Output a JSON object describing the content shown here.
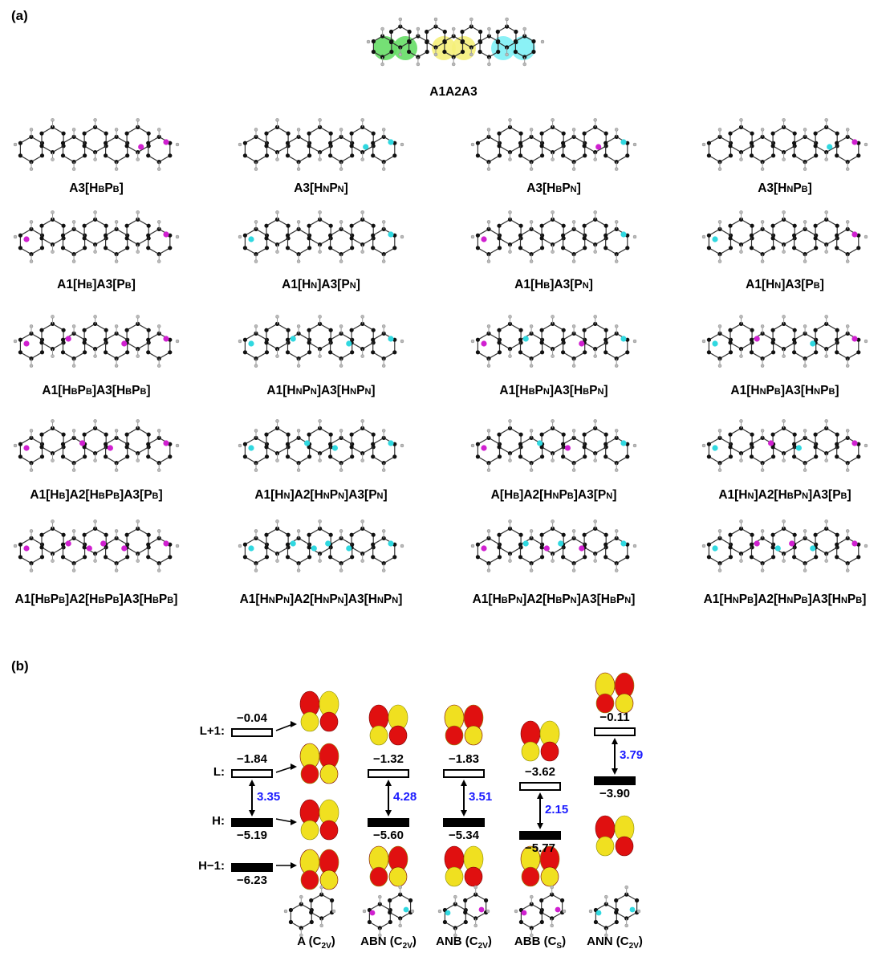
{
  "panel_a": {
    "label": "(a)",
    "parent": {
      "caption": "A1A2A3"
    },
    "molecules": [
      {
        "caption": "A3[HBPB]",
        "parts": [
          [
            "A3[H",
            ""
          ],
          [
            "B",
            "s"
          ],
          [
            "P",
            ""
          ],
          [
            "B",
            "s"
          ],
          [
            "]",
            ""
          ]
        ],
        "dots": [
          [
            "m",
            0.82
          ],
          [
            "m",
            1.0
          ]
        ]
      },
      {
        "caption": "A3[HNPN]",
        "parts": [
          [
            "A3[H",
            ""
          ],
          [
            "N",
            "s"
          ],
          [
            "P",
            ""
          ],
          [
            "N",
            "s"
          ],
          [
            "]",
            ""
          ]
        ],
        "dots": [
          [
            "c",
            0.82
          ],
          [
            "c",
            1.0
          ]
        ]
      },
      {
        "caption": "A3[HBPN]",
        "parts": [
          [
            "A3[H",
            ""
          ],
          [
            "B",
            "s"
          ],
          [
            "P",
            ""
          ],
          [
            "N",
            "s"
          ],
          [
            "]",
            ""
          ]
        ],
        "dots": [
          [
            "m",
            0.82
          ],
          [
            "c",
            1.0
          ]
        ]
      },
      {
        "caption": "A3[HNPB]",
        "parts": [
          [
            "A3[H",
            ""
          ],
          [
            "N",
            "s"
          ],
          [
            "P",
            ""
          ],
          [
            "B",
            "s"
          ],
          [
            "]",
            ""
          ]
        ],
        "dots": [
          [
            "c",
            0.82
          ],
          [
            "m",
            1.0
          ]
        ]
      },
      {
        "caption": "A1[HB]A3[PB]",
        "parts": [
          [
            "A1[H",
            ""
          ],
          [
            "B",
            "s"
          ],
          [
            "]A3[P",
            ""
          ],
          [
            "B",
            "s"
          ],
          [
            "]",
            ""
          ]
        ],
        "dots": [
          [
            "m",
            0.0
          ],
          [
            "m",
            1.0
          ]
        ]
      },
      {
        "caption": "A1[HN]A3[PN]",
        "parts": [
          [
            "A1[H",
            ""
          ],
          [
            "N",
            "s"
          ],
          [
            "]A3[P",
            ""
          ],
          [
            "N",
            "s"
          ],
          [
            "]",
            ""
          ]
        ],
        "dots": [
          [
            "c",
            0.0
          ],
          [
            "c",
            1.0
          ]
        ]
      },
      {
        "caption": "A1[HB]A3[PN]",
        "parts": [
          [
            "A1[H",
            ""
          ],
          [
            "B",
            "s"
          ],
          [
            "]A3[P",
            ""
          ],
          [
            "N",
            "s"
          ],
          [
            "]",
            ""
          ]
        ],
        "dots": [
          [
            "m",
            0.0
          ],
          [
            "c",
            1.0
          ]
        ]
      },
      {
        "caption": "A1[HN]A3[PB]",
        "parts": [
          [
            "A1[H",
            ""
          ],
          [
            "N",
            "s"
          ],
          [
            "]A3[P",
            ""
          ],
          [
            "B",
            "s"
          ],
          [
            "]",
            ""
          ]
        ],
        "dots": [
          [
            "c",
            0.0
          ],
          [
            "m",
            1.0
          ]
        ]
      },
      {
        "caption": "A1[HBPB]A3[HBPB]",
        "parts": [
          [
            "A1[H",
            ""
          ],
          [
            "B",
            "s"
          ],
          [
            "P",
            ""
          ],
          [
            "B",
            "s"
          ],
          [
            "]A3[H",
            ""
          ],
          [
            "B",
            "s"
          ],
          [
            "P",
            ""
          ],
          [
            "B",
            "s"
          ],
          [
            "]",
            ""
          ]
        ],
        "dots": [
          [
            "m",
            0.0
          ],
          [
            "m",
            0.3
          ],
          [
            "m",
            0.7
          ],
          [
            "m",
            1.0
          ]
        ]
      },
      {
        "caption": "A1[HNPN]A3[HNPN]",
        "parts": [
          [
            "A1[H",
            ""
          ],
          [
            "N",
            "s"
          ],
          [
            "P",
            ""
          ],
          [
            "N",
            "s"
          ],
          [
            "]A3[H",
            ""
          ],
          [
            "N",
            "s"
          ],
          [
            "P",
            ""
          ],
          [
            "N",
            "s"
          ],
          [
            "]",
            ""
          ]
        ],
        "dots": [
          [
            "c",
            0.0
          ],
          [
            "c",
            0.3
          ],
          [
            "c",
            0.7
          ],
          [
            "c",
            1.0
          ]
        ]
      },
      {
        "caption": "A1[HBPN]A3[HBPN]",
        "parts": [
          [
            "A1[H",
            ""
          ],
          [
            "B",
            "s"
          ],
          [
            "P",
            ""
          ],
          [
            "N",
            "s"
          ],
          [
            "]A3[H",
            ""
          ],
          [
            "B",
            "s"
          ],
          [
            "P",
            ""
          ],
          [
            "N",
            "s"
          ],
          [
            "]",
            ""
          ]
        ],
        "dots": [
          [
            "m",
            0.0
          ],
          [
            "c",
            0.3
          ],
          [
            "m",
            0.7
          ],
          [
            "c",
            1.0
          ]
        ]
      },
      {
        "caption": "A1[HNPB]A3[HNPB]",
        "parts": [
          [
            "A1[H",
            ""
          ],
          [
            "N",
            "s"
          ],
          [
            "P",
            ""
          ],
          [
            "B",
            "s"
          ],
          [
            "]A3[H",
            ""
          ],
          [
            "N",
            "s"
          ],
          [
            "P",
            ""
          ],
          [
            "B",
            "s"
          ],
          [
            "]",
            ""
          ]
        ],
        "dots": [
          [
            "c",
            0.0
          ],
          [
            "m",
            0.3
          ],
          [
            "c",
            0.7
          ],
          [
            "m",
            1.0
          ]
        ]
      },
      {
        "caption": "A1[HB]A2[HBPB]A3[PB]",
        "parts": [
          [
            "A1[H",
            ""
          ],
          [
            "B",
            "s"
          ],
          [
            "]A2[H",
            ""
          ],
          [
            "B",
            "s"
          ],
          [
            "P",
            ""
          ],
          [
            "B",
            "s"
          ],
          [
            "]A3[P",
            ""
          ],
          [
            "B",
            "s"
          ],
          [
            "]",
            ""
          ]
        ],
        "dots": [
          [
            "m",
            0.0
          ],
          [
            "m",
            0.4
          ],
          [
            "m",
            0.6
          ],
          [
            "m",
            1.0
          ]
        ]
      },
      {
        "caption": "A1[HN]A2[HNPN]A3[PN]",
        "parts": [
          [
            "A1[H",
            ""
          ],
          [
            "N",
            "s"
          ],
          [
            "]A2[H",
            ""
          ],
          [
            "N",
            "s"
          ],
          [
            "P",
            ""
          ],
          [
            "N",
            "s"
          ],
          [
            "]A3[P",
            ""
          ],
          [
            "N",
            "s"
          ],
          [
            "]",
            ""
          ]
        ],
        "dots": [
          [
            "c",
            0.0
          ],
          [
            "c",
            0.4
          ],
          [
            "c",
            0.6
          ],
          [
            "c",
            1.0
          ]
        ]
      },
      {
        "caption": "A[HB]A2[HNPB]A3[PN]",
        "parts": [
          [
            "A[H",
            ""
          ],
          [
            "B",
            "s"
          ],
          [
            "]A2[H",
            ""
          ],
          [
            "N",
            "s"
          ],
          [
            "P",
            ""
          ],
          [
            "B",
            "s"
          ],
          [
            "]A3[P",
            ""
          ],
          [
            "N",
            "s"
          ],
          [
            "]",
            ""
          ]
        ],
        "dots": [
          [
            "m",
            0.0
          ],
          [
            "c",
            0.4
          ],
          [
            "m",
            0.6
          ],
          [
            "c",
            1.0
          ]
        ]
      },
      {
        "caption": "A1[HN]A2[HBPN]A3[PB]",
        "parts": [
          [
            "A1[H",
            ""
          ],
          [
            "N",
            "s"
          ],
          [
            "]A2[H",
            ""
          ],
          [
            "B",
            "s"
          ],
          [
            "P",
            ""
          ],
          [
            "N",
            "s"
          ],
          [
            "]A3[P",
            ""
          ],
          [
            "B",
            "s"
          ],
          [
            "]",
            ""
          ]
        ],
        "dots": [
          [
            "c",
            0.0
          ],
          [
            "m",
            0.4
          ],
          [
            "c",
            0.6
          ],
          [
            "m",
            1.0
          ]
        ]
      },
      {
        "caption": "A1[HBPB]A2[HBPB]A3[HBPB]",
        "parts": [
          [
            "A1[H",
            ""
          ],
          [
            "B",
            "s"
          ],
          [
            "P",
            ""
          ],
          [
            "B",
            "s"
          ],
          [
            "]A2[H",
            ""
          ],
          [
            "B",
            "s"
          ],
          [
            "P",
            ""
          ],
          [
            "B",
            "s"
          ],
          [
            "]A3[H",
            ""
          ],
          [
            "B",
            "s"
          ],
          [
            "P",
            ""
          ],
          [
            "B",
            "s"
          ],
          [
            "]",
            ""
          ]
        ],
        "dots": [
          [
            "m",
            0.0
          ],
          [
            "m",
            0.3
          ],
          [
            "m",
            0.45
          ],
          [
            "m",
            0.55
          ],
          [
            "m",
            0.7
          ],
          [
            "m",
            1.0
          ]
        ]
      },
      {
        "caption": "A1[HNPN]A2[HNPN]A3[HNPN]",
        "parts": [
          [
            "A1[H",
            ""
          ],
          [
            "N",
            "s"
          ],
          [
            "P",
            ""
          ],
          [
            "N",
            "s"
          ],
          [
            "]A2[H",
            ""
          ],
          [
            "N",
            "s"
          ],
          [
            "P",
            ""
          ],
          [
            "N",
            "s"
          ],
          [
            "]A3[H",
            ""
          ],
          [
            "N",
            "s"
          ],
          [
            "P",
            ""
          ],
          [
            "N",
            "s"
          ],
          [
            "]",
            ""
          ]
        ],
        "dots": [
          [
            "c",
            0.0
          ],
          [
            "c",
            0.3
          ],
          [
            "c",
            0.45
          ],
          [
            "c",
            0.55
          ],
          [
            "c",
            0.7
          ],
          [
            "c",
            1.0
          ]
        ]
      },
      {
        "caption": "A1[HBPN]A2[HBPN]A3[HBPN]",
        "parts": [
          [
            "A1[H",
            ""
          ],
          [
            "B",
            "s"
          ],
          [
            "P",
            ""
          ],
          [
            "N",
            "s"
          ],
          [
            "]A2[H",
            ""
          ],
          [
            "B",
            "s"
          ],
          [
            "P",
            ""
          ],
          [
            "N",
            "s"
          ],
          [
            "]A3[H",
            ""
          ],
          [
            "B",
            "s"
          ],
          [
            "P",
            ""
          ],
          [
            "N",
            "s"
          ],
          [
            "]",
            ""
          ]
        ],
        "dots": [
          [
            "m",
            0.0
          ],
          [
            "c",
            0.3
          ],
          [
            "m",
            0.45
          ],
          [
            "c",
            0.55
          ],
          [
            "m",
            0.7
          ],
          [
            "c",
            1.0
          ]
        ]
      },
      {
        "caption": "A1[HNPB]A2[HNPB]A3[HNPB]",
        "parts": [
          [
            "A1[H",
            ""
          ],
          [
            "N",
            "s"
          ],
          [
            "P",
            ""
          ],
          [
            "B",
            "s"
          ],
          [
            "]A2[H",
            ""
          ],
          [
            "N",
            "s"
          ],
          [
            "P",
            ""
          ],
          [
            "B",
            "s"
          ],
          [
            "]A3[H",
            ""
          ],
          [
            "N",
            "s"
          ],
          [
            "P",
            ""
          ],
          [
            "B",
            "s"
          ],
          [
            "]",
            ""
          ]
        ],
        "dots": [
          [
            "c",
            0.0
          ],
          [
            "m",
            0.3
          ],
          [
            "c",
            0.45
          ],
          [
            "m",
            0.55
          ],
          [
            "c",
            0.7
          ],
          [
            "m",
            1.0
          ]
        ]
      }
    ]
  },
  "panel_b": {
    "label": "(b)",
    "level_names": [
      "L+1:",
      "L:",
      "H:",
      "H−1:"
    ],
    "columns": [
      {
        "name": "A",
        "symmetry": "C",
        "sym_sub": "2V",
        "levels": [
          {
            "type": "unocc",
            "energy": "−0.04",
            "row": "L+1"
          },
          {
            "type": "unocc",
            "energy": "−1.84",
            "row": "L"
          },
          {
            "type": "occ",
            "energy": "−5.19",
            "row": "H"
          },
          {
            "type": "occ",
            "energy": "−6.23",
            "row": "H-1"
          }
        ],
        "gap": "3.35"
      },
      {
        "name": "ABN",
        "symmetry": "C",
        "sym_sub": "2V",
        "levels": [
          {
            "type": "unocc",
            "energy": "−1.32",
            "row": "L"
          },
          {
            "type": "occ",
            "energy": "−5.60",
            "row": "H"
          }
        ],
        "gap": "4.28"
      },
      {
        "name": "ANB",
        "symmetry": "C",
        "sym_sub": "2V",
        "levels": [
          {
            "type": "unocc",
            "energy": "−1.83",
            "row": "L"
          },
          {
            "type": "occ",
            "energy": "−5.34",
            "row": "H"
          }
        ],
        "gap": "3.51"
      },
      {
        "name": "ABB",
        "symmetry": "C",
        "sym_sub": "S",
        "levels": [
          {
            "type": "unocc",
            "energy": "−3.62",
            "row": "L"
          },
          {
            "type": "occ",
            "energy": "−5.77",
            "row": "H"
          }
        ],
        "gap": "2.15"
      },
      {
        "name": "ANN",
        "symmetry": "C",
        "sym_sub": "2V",
        "levels": [
          {
            "type": "unocc",
            "energy": "−0.11",
            "row": "L"
          },
          {
            "type": "occ",
            "energy": "−3.90",
            "row": "H"
          }
        ],
        "gap": "3.79"
      }
    ],
    "colors": {
      "lobe_red": "#e01010",
      "lobe_yellow": "#f0e020",
      "gap_text": "#1a1aff",
      "boron": "#d020d0",
      "nitrogen": "#30d8e0"
    }
  }
}
